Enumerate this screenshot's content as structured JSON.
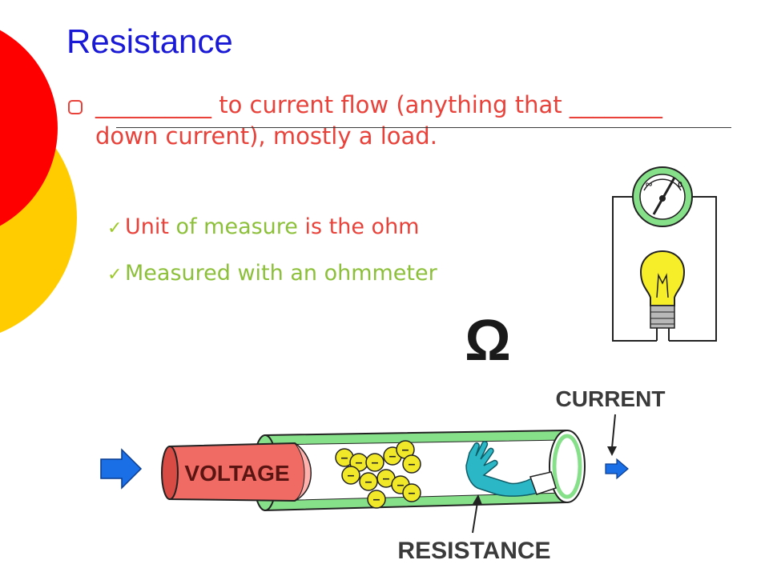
{
  "slide": {
    "title": "Resistance",
    "bullet": "__________ to current flow (anything that ________ down current), mostly a load.",
    "subpoints": [
      {
        "part1": "Unit",
        "part2": " of measure",
        "part3": " is the ohm"
      },
      {
        "part1": "Measured with an ohmmeter"
      }
    ]
  },
  "illustration": {
    "voltage_label": "VOLTAGE",
    "current_label": "CURRENT",
    "resistance_label": "RESISTANCE",
    "electron_symbol": "–",
    "ohm_symbol": "Ω",
    "meter_symbol": "∞",
    "meter_reading": "0"
  },
  "colors": {
    "title": "#1a1ad6",
    "bullet_text": "#e8423a",
    "subpoint_green": "#8dc03a",
    "check": "#9dc82a",
    "deco_red": "#ff0000",
    "deco_yellow": "#ffcc00",
    "voltage_tube": "#ef6b64",
    "resistance_tube": "#86e08a",
    "electron": "#f2e82a",
    "hand": "#2cb7c7",
    "arrow": "#1a6fe6"
  },
  "icons": {
    "bullet": "square-outline-icon",
    "check": "check-mark-icon"
  }
}
